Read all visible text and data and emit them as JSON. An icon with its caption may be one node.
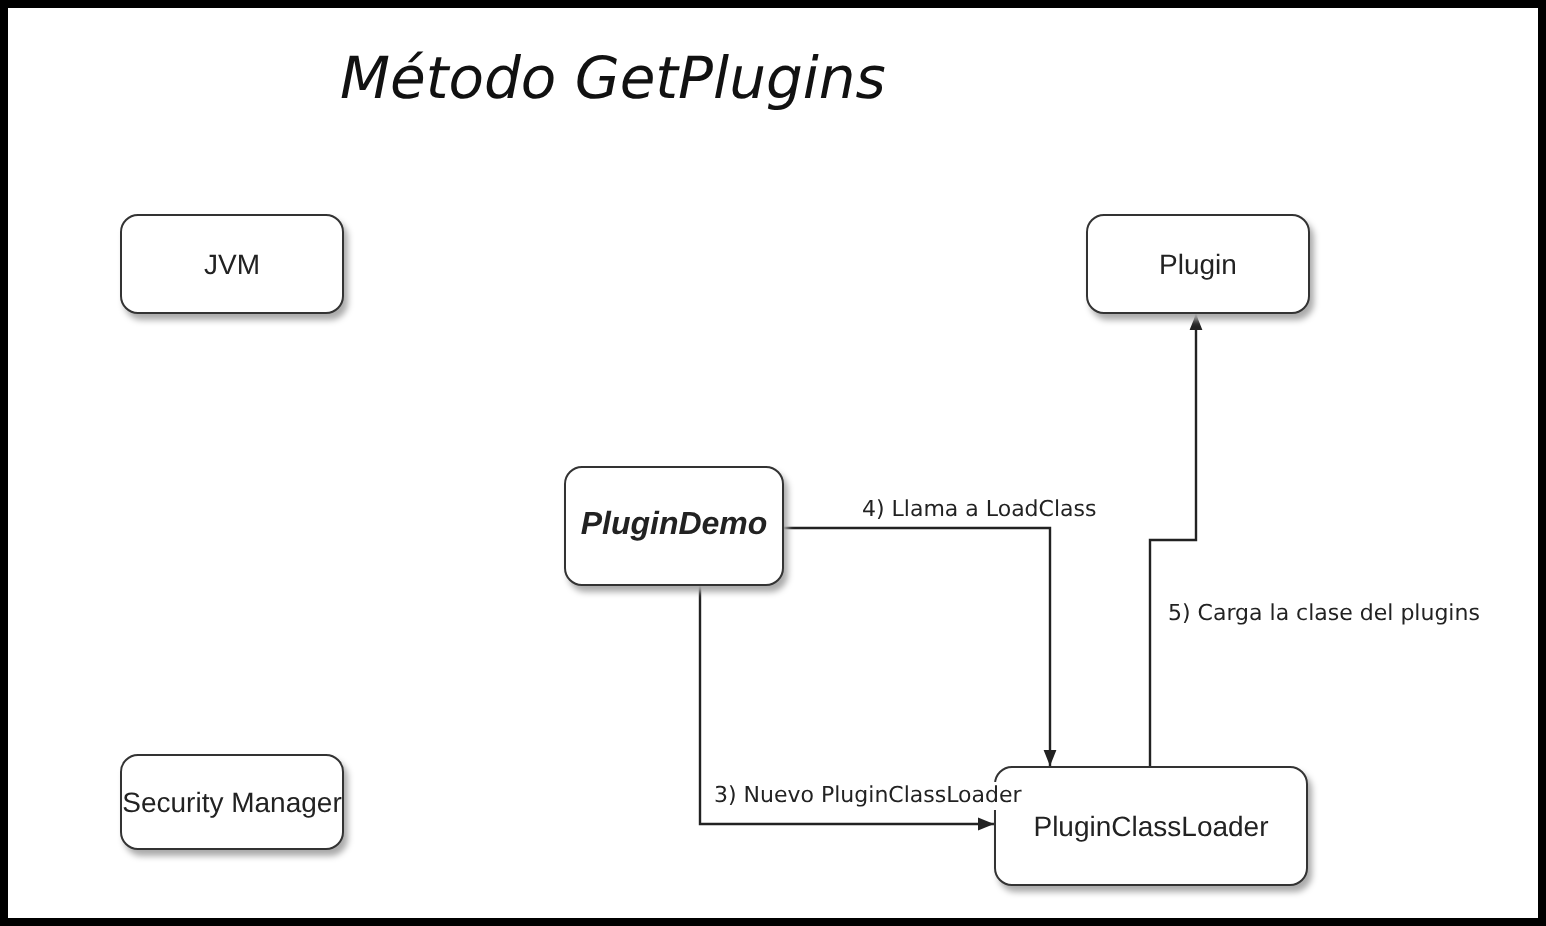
{
  "diagram": {
    "title": "Método GetPlugins",
    "nodes": [
      {
        "text": [
          "JVM"
        ]
      },
      {
        "text": [
          "Plugin"
        ]
      },
      {
        "text": [
          "PluginDemo"
        ]
      },
      {
        "text": [
          "Security Manager"
        ]
      },
      {
        "text": [
          "PluginClassLoader"
        ]
      }
    ],
    "edges": [
      {
        "from": 2,
        "to": 4,
        "arrow": "to",
        "label": "3) Nuevo PluginClassLoader"
      },
      {
        "from": 2,
        "to": 4,
        "arrow": "to",
        "label": "4) Llama a LoadClass"
      },
      {
        "from": 4,
        "to": 1,
        "arrow": "to",
        "label": "5) Carga la clase del plugins"
      }
    ]
  }
}
